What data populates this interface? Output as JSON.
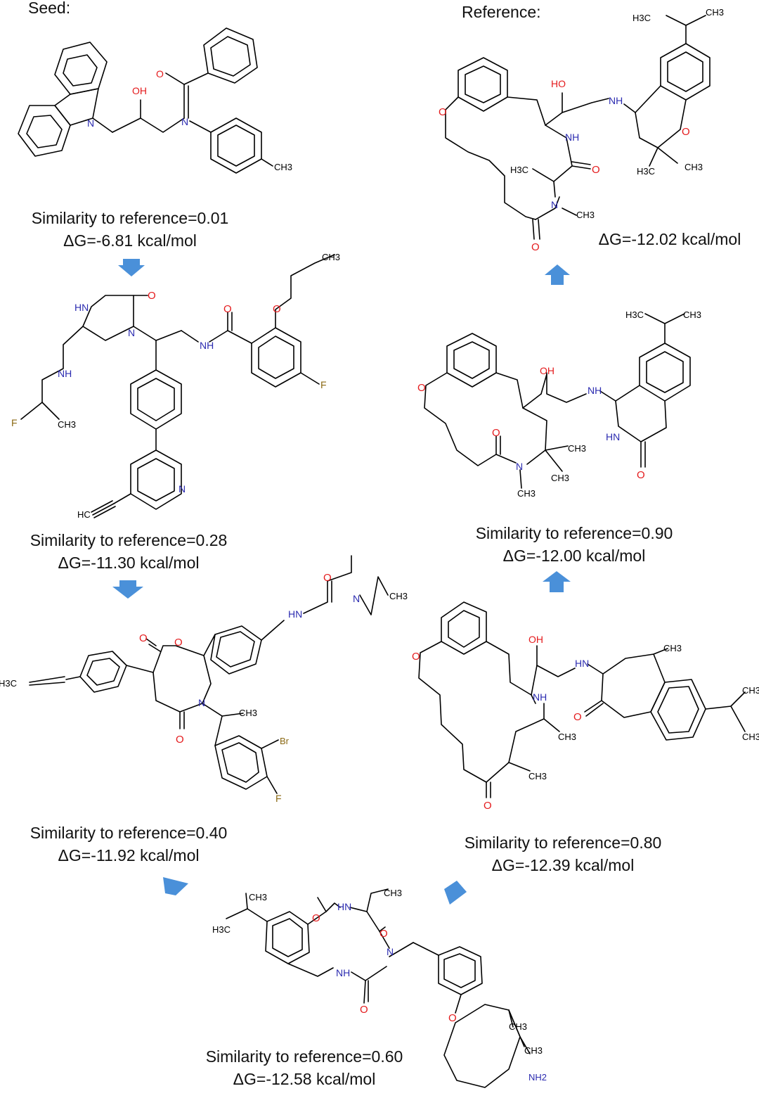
{
  "headers": {
    "seed": "Seed:",
    "reference": "Reference:"
  },
  "steps": [
    {
      "id": "seed",
      "similarity": "Similarity to reference=0.01",
      "dg": "ΔG=-6.81 kcal/mol"
    },
    {
      "id": "step1",
      "similarity": "Similarity to reference=0.28",
      "dg": "ΔG=-11.30 kcal/mol"
    },
    {
      "id": "step2",
      "similarity": "Similarity to reference=0.40",
      "dg": "ΔG=-11.92 kcal/mol"
    },
    {
      "id": "step3",
      "similarity": "Similarity to reference=0.60",
      "dg": "ΔG=-12.58 kcal/mol"
    },
    {
      "id": "step4",
      "similarity": "Similarity to reference=0.80",
      "dg": "ΔG=-12.39 kcal/mol"
    },
    {
      "id": "step5",
      "similarity": "Similarity to reference=0.90",
      "dg": "ΔG=-12.00 kcal/mol"
    },
    {
      "id": "reference",
      "similarity": "",
      "dg": "ΔG=-12.02 kcal/mol"
    }
  ],
  "atom_labels": {
    "seed": [
      "OH",
      "O",
      "N",
      "N",
      "CH3"
    ],
    "step1": [
      "CH3",
      "O",
      "O",
      "O",
      "HN",
      "N",
      "NH",
      "NH",
      "F",
      "F",
      "CH3",
      "N",
      "HC"
    ],
    "step2": [
      "O",
      "N",
      "CH3",
      "HN",
      "O",
      "O",
      "H3C",
      "N",
      "CH3",
      "O",
      "Br",
      "F"
    ],
    "step3": [
      "CH3",
      "H3C",
      "O",
      "HN",
      "CH3",
      "O",
      "N",
      "NH",
      "O",
      "O",
      "CH3",
      "CH3",
      "NH2"
    ],
    "step4": [
      "OH",
      "CH3",
      "O",
      "NH",
      "HN",
      "CH3",
      "O",
      "CH3",
      "CH3",
      "O",
      "CH3"
    ],
    "step5": [
      "H3C",
      "CH3",
      "O",
      "OH",
      "NH",
      "O",
      "N",
      "CH3",
      "CH3",
      "CH3",
      "HN",
      "O"
    ],
    "reference": [
      "H3C",
      "CH3",
      "O",
      "HO",
      "NH",
      "NH",
      "O",
      "H3C",
      "O",
      "CH3",
      "H3C",
      "N",
      "CH3",
      "O"
    ]
  },
  "colors": {
    "arrow": "#4a90d9",
    "oxygen": "#e41a1c",
    "nitrogen": "#2b2bb0",
    "halogen": "#8b6914"
  }
}
